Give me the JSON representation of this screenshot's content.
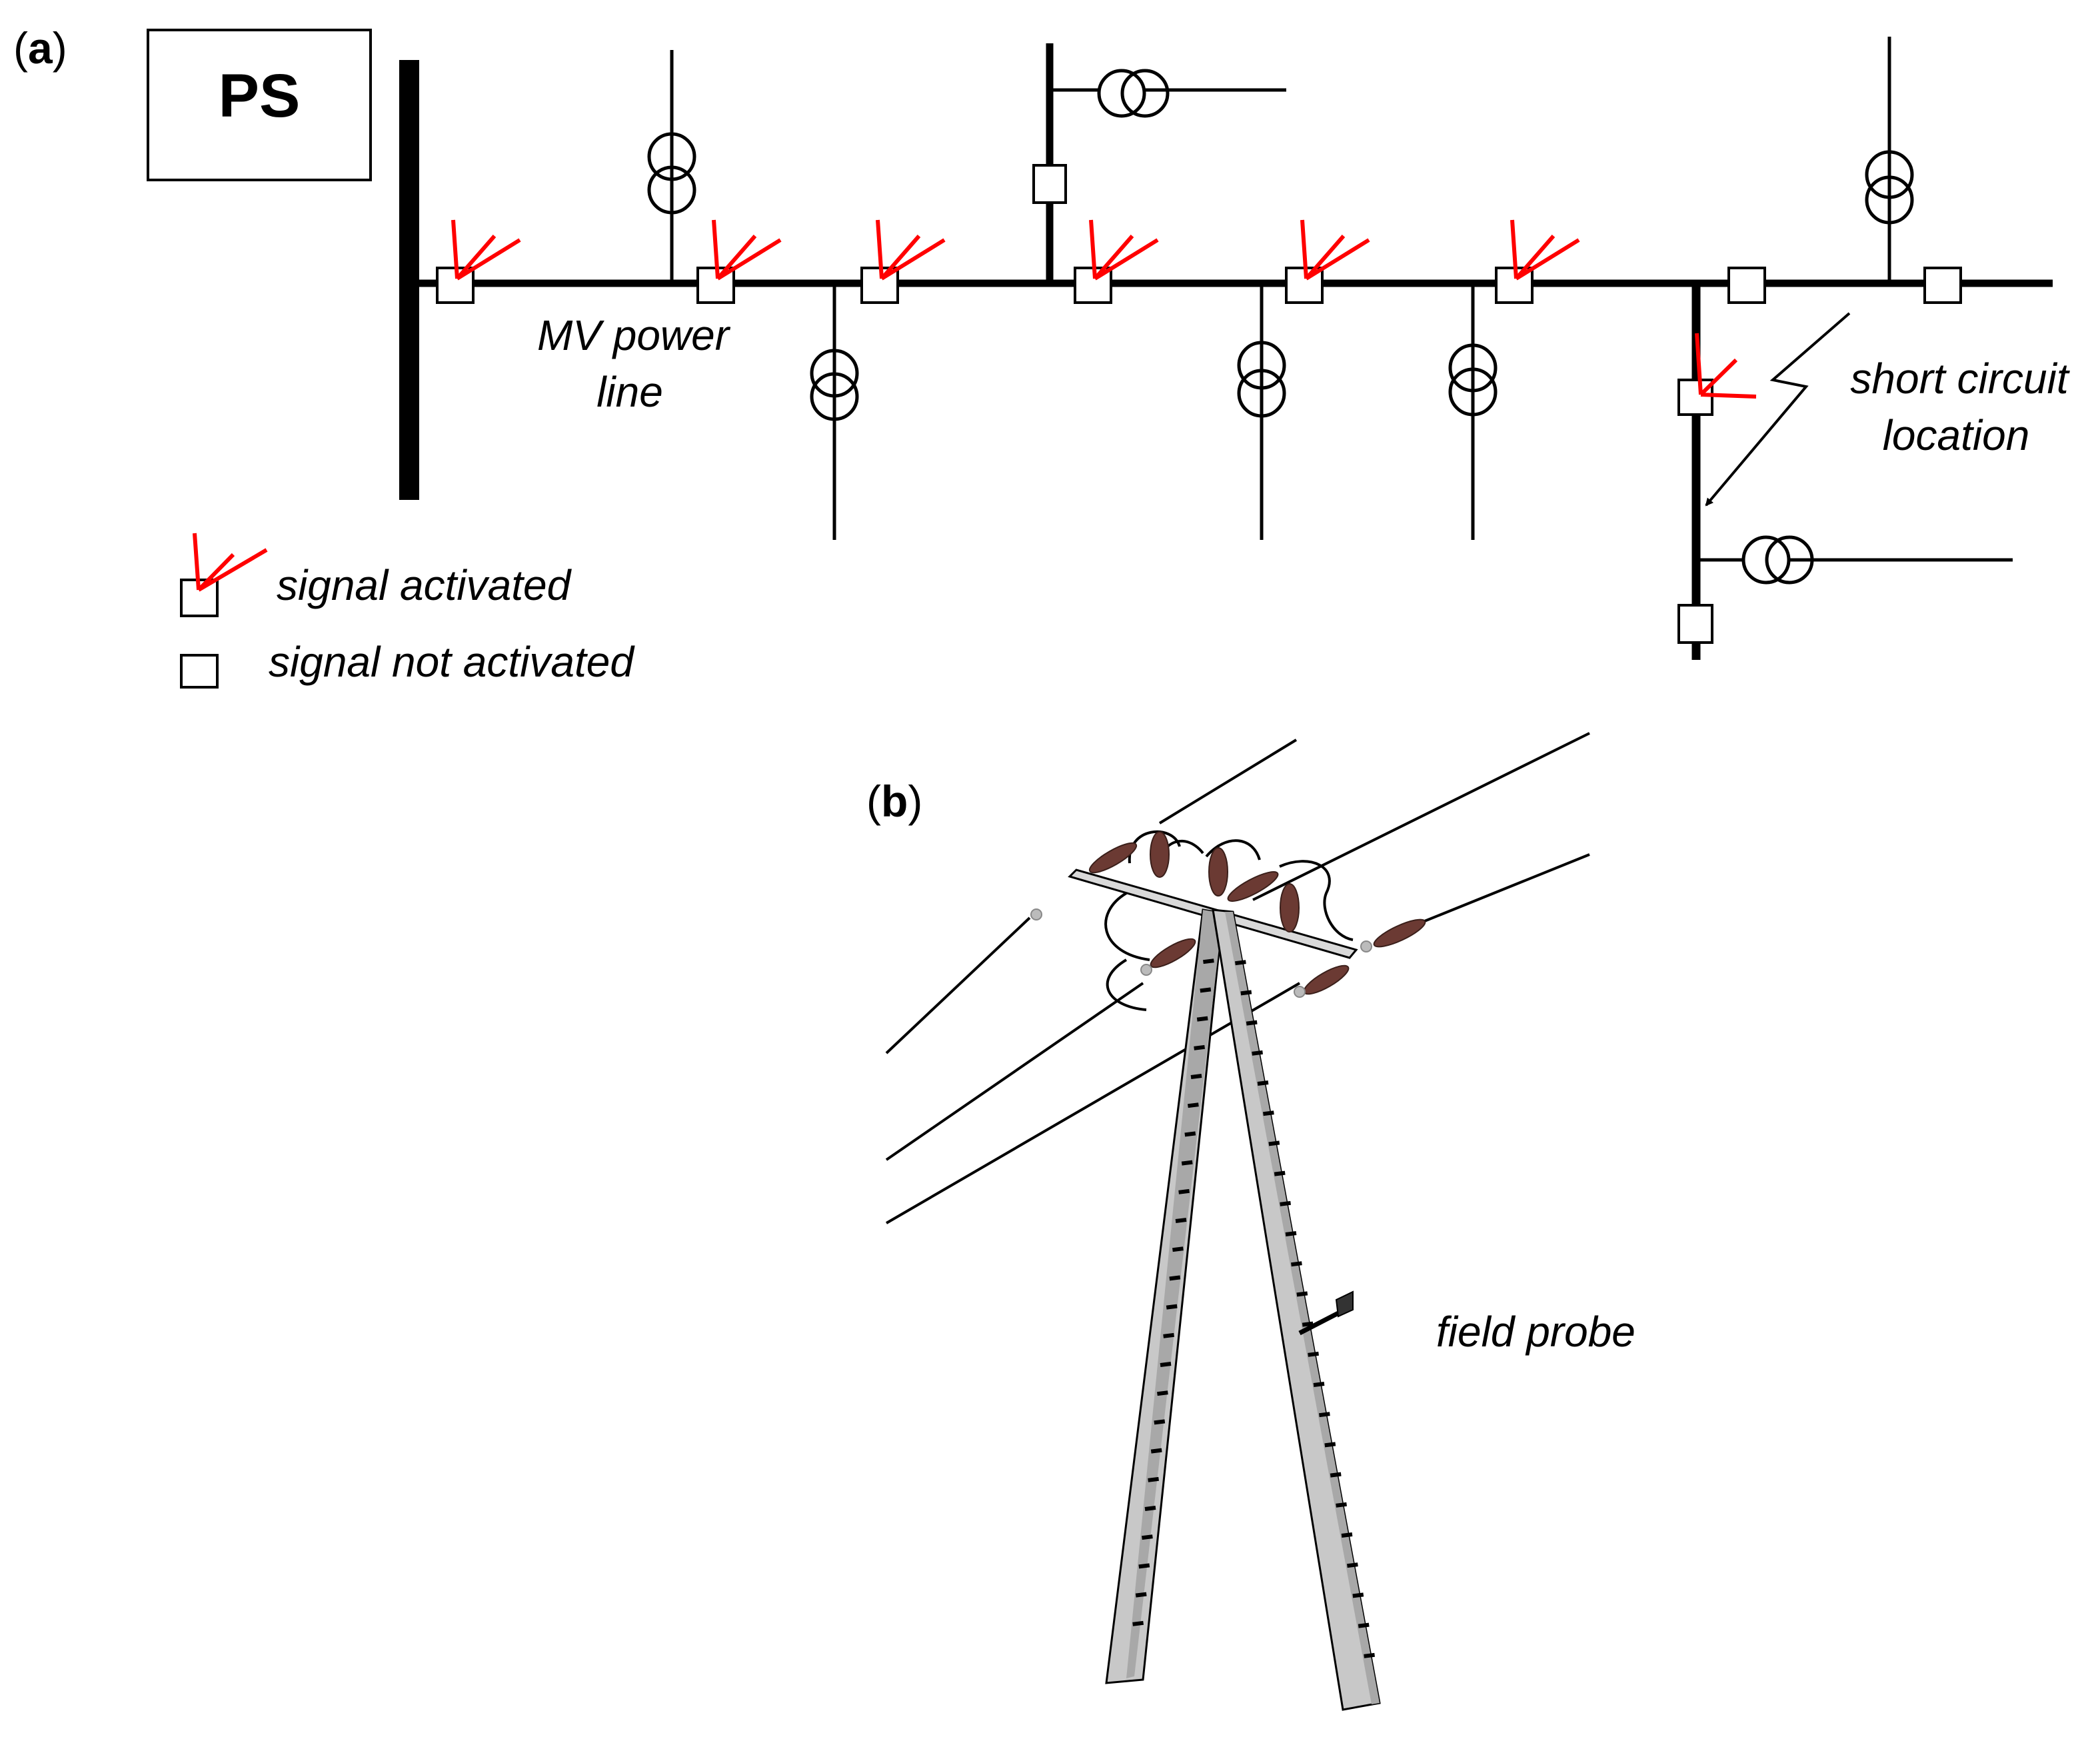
{
  "panel_a": {
    "label_letter": "a",
    "source_box": "PS",
    "line_label_1": "MV power",
    "line_label_2": "line",
    "fault_label_1": "short circuit",
    "fault_label_2": "location",
    "legend": {
      "activated": "signal activated",
      "not_activated": "signal not activated"
    }
  },
  "panel_b": {
    "label_letter": "b",
    "probe_label": "field probe"
  },
  "colors": {
    "signal_arrow": "#ff0000",
    "insulator": "#6b3a33",
    "pole": "#c8c8c8"
  }
}
